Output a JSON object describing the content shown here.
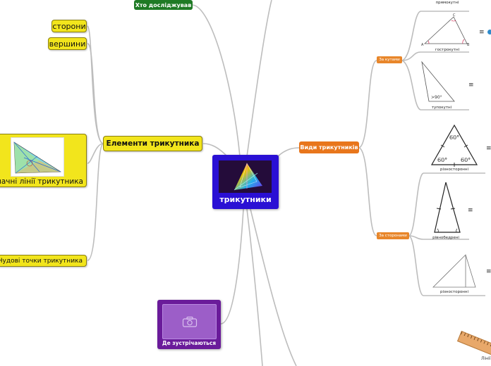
{
  "central": {
    "title": "трикутники"
  },
  "top_node": {
    "label": "Хто досліджував"
  },
  "elements": {
    "label": "Елементи трикутника",
    "children": [
      "сторони",
      "вершини"
    ]
  },
  "lines": {
    "label": "визначні лінії трикутника"
  },
  "points": {
    "label": "Чудові точки трикутника"
  },
  "where": {
    "label": "Де зустрічаються"
  },
  "types": {
    "label": "Види трикутників",
    "by_angles": {
      "label": "За кутами",
      "items": [
        {
          "caption": "прямокутні"
        },
        {
          "caption": "гострокутні"
        },
        {
          "caption": "тупокутні"
        }
      ]
    },
    "by_sides": {
      "label": "За сторонами",
      "items": [
        {
          "caption": "різносторонні"
        },
        {
          "caption": "рівнобедрені"
        },
        {
          "caption": "різносторонні"
        }
      ]
    }
  },
  "figure_labels": {
    "angle60": "60°",
    "angle90": "90°",
    "vertex_a": "A",
    "vertex_b": "B",
    "vertex_c": "C"
  },
  "ruler": {
    "label": "Лінії"
  },
  "menu_glyph": "≡"
}
